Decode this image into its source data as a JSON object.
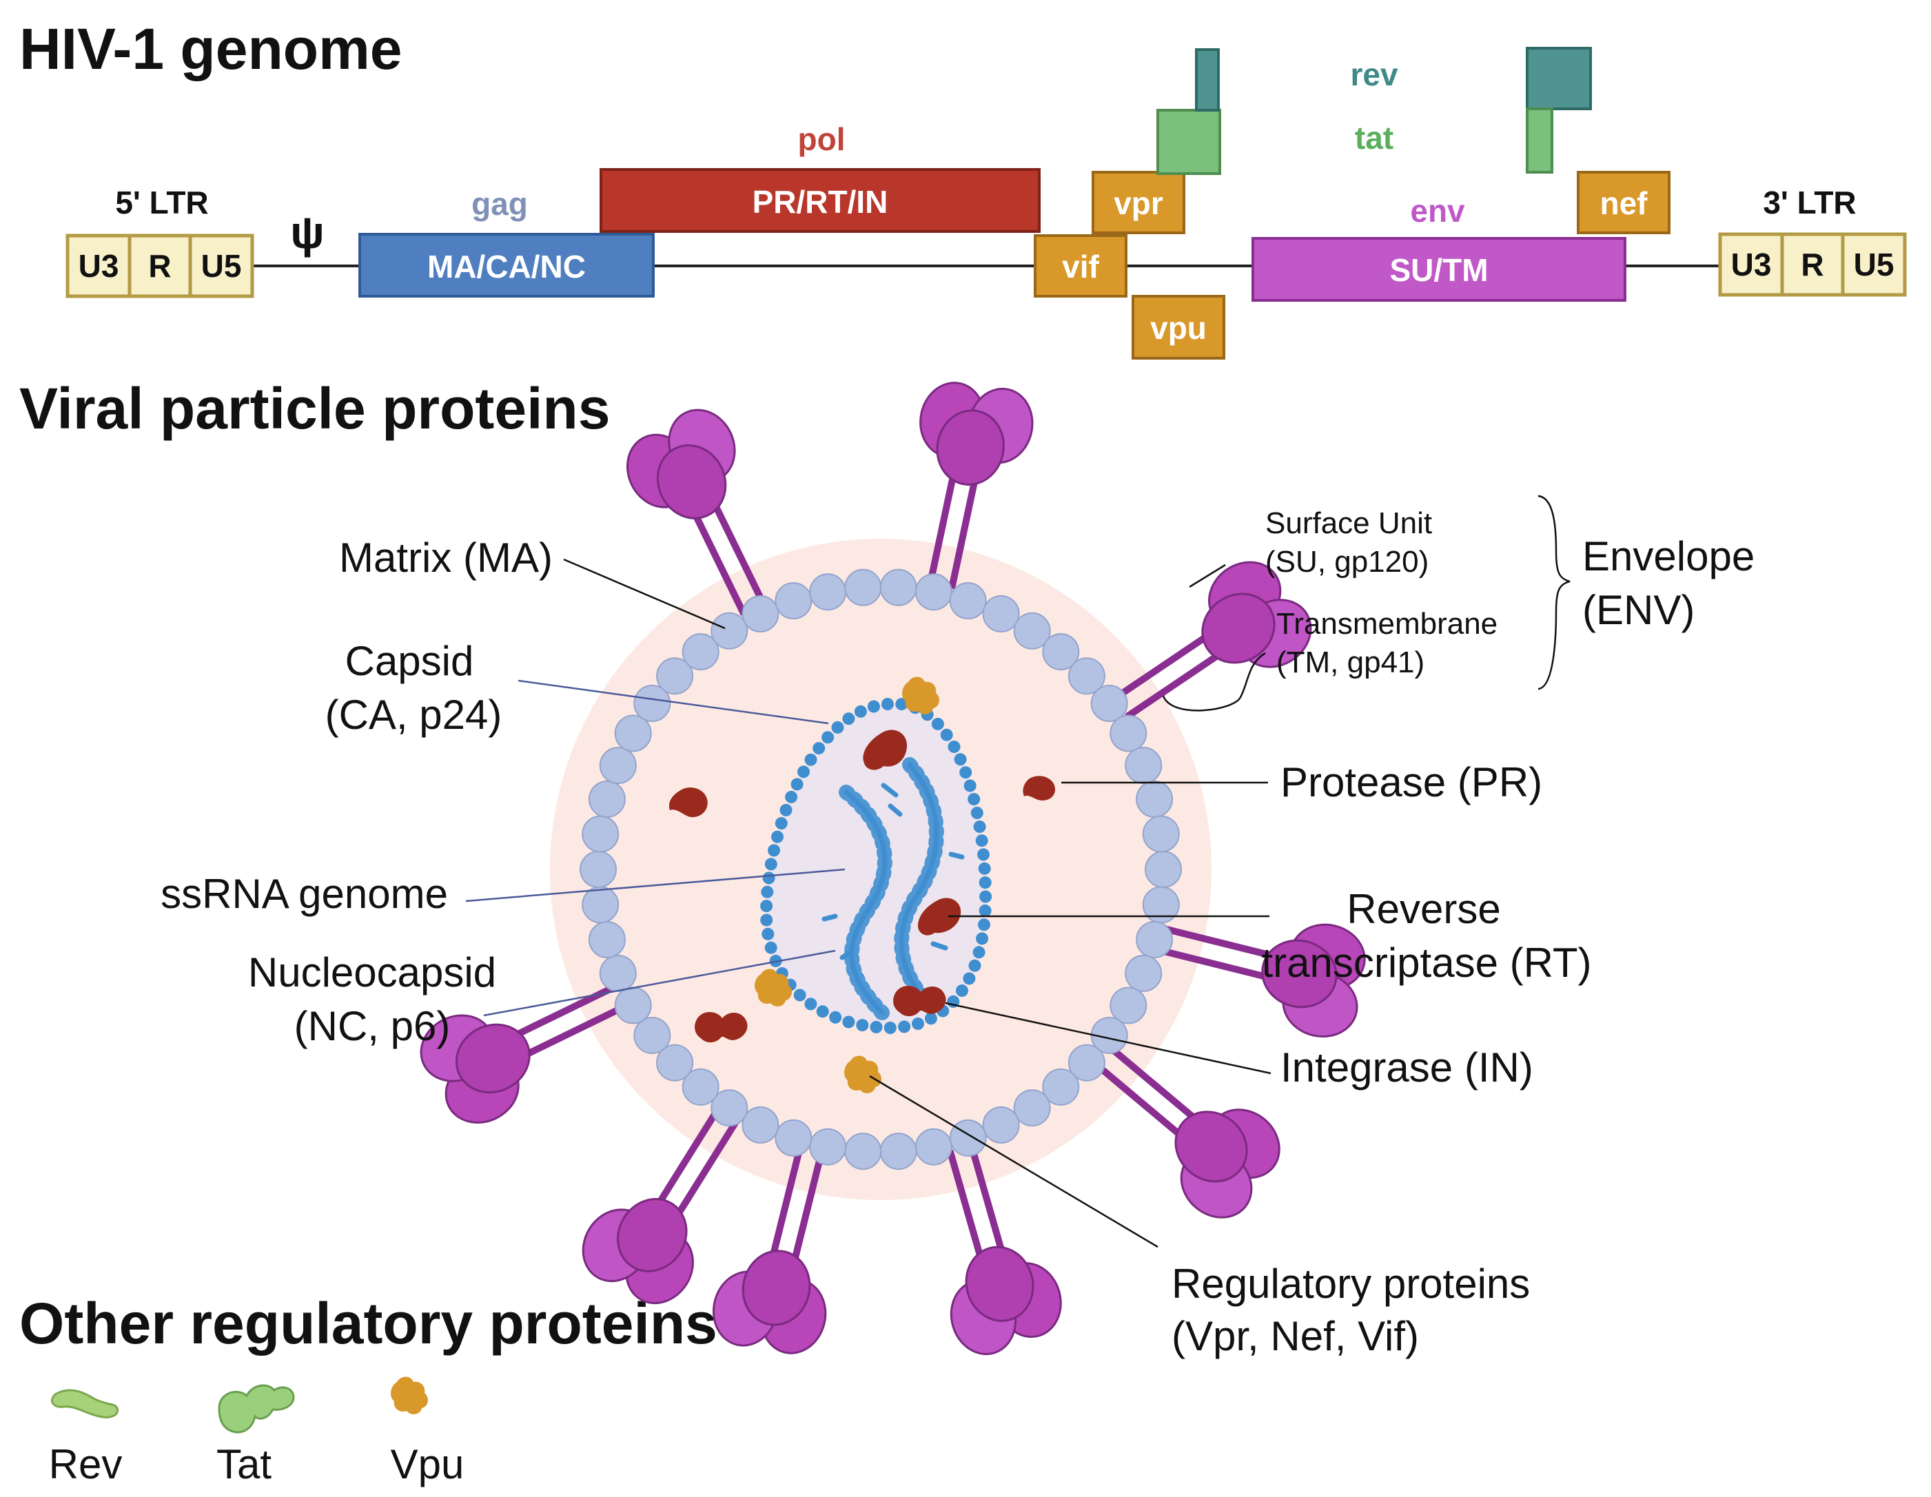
{
  "headings": {
    "genome": "HIV-1 genome",
    "particle": "Viral particle proteins",
    "other": "Other regulatory proteins"
  },
  "genome": {
    "ltr5": {
      "title": "5' LTR",
      "parts": [
        "U3",
        "R",
        "U5"
      ]
    },
    "ltr3": {
      "title": "3' LTR",
      "parts": [
        "U3",
        "R",
        "U5"
      ]
    },
    "psi": "ψ",
    "gag": {
      "name": "gag",
      "box": "MA/CA/NC"
    },
    "pol": {
      "name": "pol",
      "box": "PR/RT/IN"
    },
    "env": {
      "name": "env",
      "box": "SU/TM"
    },
    "vif": "vif",
    "vpr": "vpr",
    "vpu": "vpu",
    "nef": "nef",
    "rev": "rev",
    "tat": "tat"
  },
  "labels": {
    "matrix": "Matrix (MA)",
    "capsid_1": "Capsid",
    "capsid_2": "(CA, p24)",
    "ssrna": "ssRNA genome",
    "nucleocapsid_1": "Nucleocapsid",
    "nucleocapsid_2": "(NC, p6)",
    "su_1": "Surface Unit",
    "su_2": "(SU, gp120)",
    "tm_1": "Transmembrane",
    "tm_2": "(TM, gp41)",
    "envelope_1": "Envelope",
    "envelope_2": "(ENV)",
    "protease": "Protease (PR)",
    "rt_1": "Reverse",
    "rt_2": "transcriptase (RT)",
    "integrase": "Integrase (IN)",
    "regulatory_1": "Regulatory proteins",
    "regulatory_2": "(Vpr, Nef, Vif)"
  },
  "legend": {
    "rev": "Rev",
    "tat": "Tat",
    "vpu": "Vpu"
  },
  "colors": {
    "gag": "#4f7fc0",
    "pol": "#b8372a",
    "env": "#c058c8",
    "accessory": "#d9982a",
    "rev": "#4f9490",
    "tat": "#7cc07e",
    "ltr_fill": "#f7f0c8",
    "ltr_border": "#b39a45",
    "spike": "#b846b8",
    "membrane": "#b3c1e2",
    "halo": "#fde9e3",
    "capsid": "#3f8ed0",
    "enzyme": "#9a2a1e"
  }
}
